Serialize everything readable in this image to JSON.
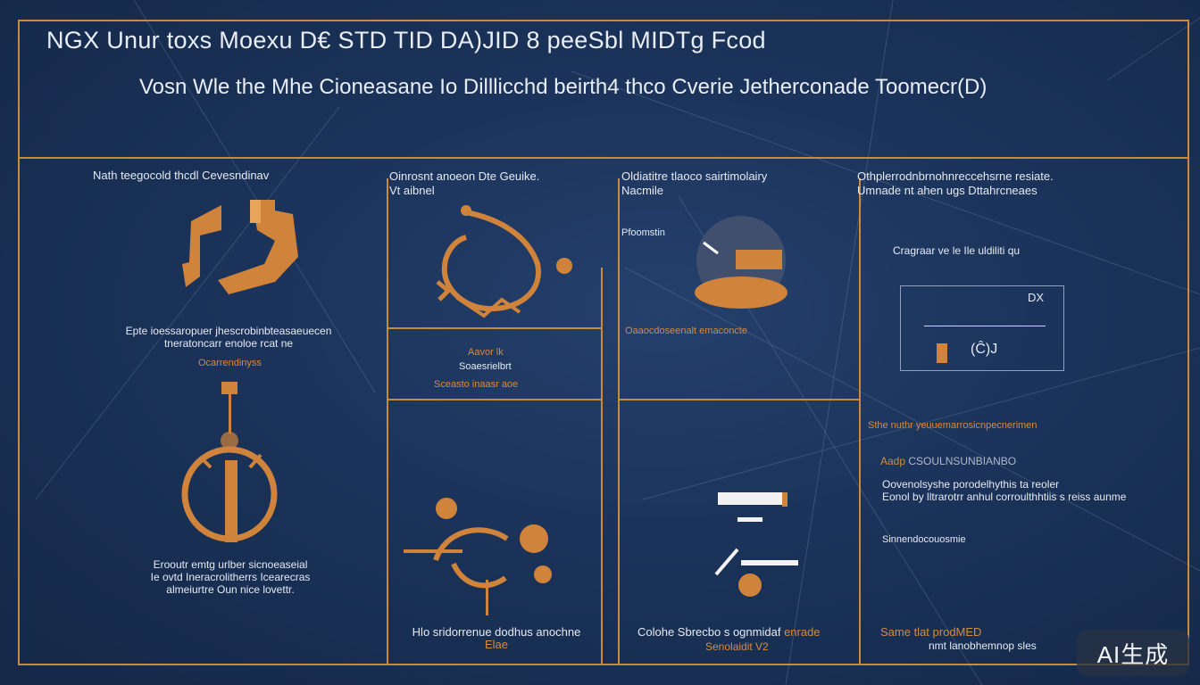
{
  "header": {
    "title": "NGX Unur toxs Moexu D€ STD TID DA)JID 8 peeSbl MIDTg Fcod",
    "subtitle": "Vosn Wle the Mhe Cioneasane Io Dilllicchd beirth4 thco Cverie Jetherconade Toomecr(D)"
  },
  "panels": {
    "p1": {
      "heading": "Nath teegocold thcdl Cevesndinav",
      "caption_lines": [
        "Epte ioessaropuer jhescrobinbteasaeuecen",
        "tneratoncarr enoloe rcat ne"
      ],
      "caption_orange": "Ocarrendinyss",
      "bottom_lines": [
        "Erooutr emtg urlber sicnoeaseial",
        "Ie ovtd Ineracrolitherrs Icearecras",
        "almeiurtre Oun nice lovettr."
      ]
    },
    "p2": {
      "heading_lines": [
        "Oinrosnt anoeon Dte Geuike.",
        "Vt aibnel"
      ],
      "mid_orange": "Aavor lk",
      "mid_white": "Soaesrielbrt",
      "mid_orange_2": "Sceasto inaasr aoe",
      "bottom_lines": [
        "Hlo sridorrenue dodhus anochne",
        "Elae"
      ]
    },
    "p3": {
      "heading_lines": [
        "Oldiatitre tlaoco sairtimolairy",
        "Nacmile"
      ],
      "label": "Pfoomstin",
      "caption_orange": "Oaaocdoseenalt emaconcte",
      "bottom_white": "Colohe Sbrecbo s ognmidaf",
      "bottom_orange": "enrade",
      "bottom_line2": "Senolaidit V2"
    },
    "p4": {
      "heading_lines": [
        "Othplerrodnbrnohnreccehsrne resiate.",
        "Umnade nt ahen ugs Dttahrcneaes"
      ],
      "box_title": "Cragraar ve le Ile uldiliti qu",
      "box_code": "DX",
      "box_glyph": "(Ĉ)J",
      "orange_line": "Sthe nuthr yeuuemarrosicnpecnerimen",
      "label_orange": "Aadp",
      "label_white": "CSOULNSUNBIANBO",
      "desc_lines": [
        "Oovenolsyshe porodelhythis ta reoler",
        "Eonol by lltrarotrr anhul corroulthhtiis s reiss aunme"
      ],
      "small": "Sinnendocouosmie",
      "bottom_orange": "Same tlat prodMED",
      "bottom_line2": "nmt lanobhemnop sles"
    }
  },
  "watermark": "AI生成",
  "colors": {
    "background": "#1b335a",
    "accent": "#c98a3c",
    "text": "#e8ecf3"
  }
}
